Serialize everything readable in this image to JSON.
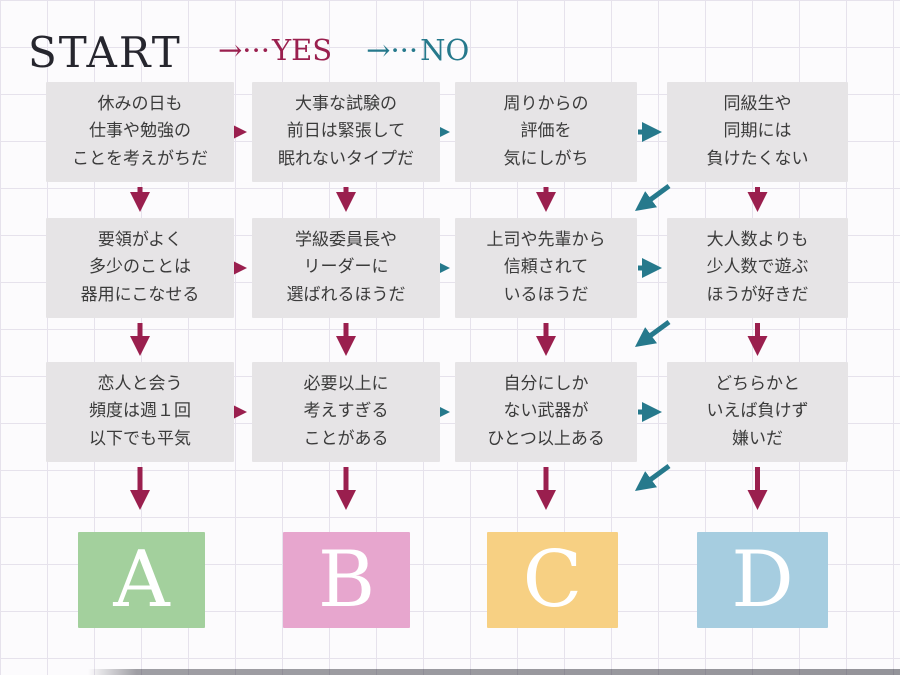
{
  "title": {
    "start": "START"
  },
  "legend": {
    "arrow_symbol": "→···",
    "yes_label": "YES",
    "no_label": "NO"
  },
  "colors": {
    "yes": "#9a1f4e",
    "no": "#26798c",
    "question_bg": "#e6e4e6",
    "question_text": "#3b3b3b"
  },
  "questions": [
    {
      "id": "q1",
      "lines": [
        "休みの日も",
        "仕事や勉強の",
        "ことを考えがちだ"
      ]
    },
    {
      "id": "q2",
      "lines": [
        "大事な試験の",
        "前日は緊張して",
        "眠れないタイプだ"
      ]
    },
    {
      "id": "q3",
      "lines": [
        "周りからの",
        "評価を",
        "気にしがち"
      ]
    },
    {
      "id": "q4",
      "lines": [
        "同級生や",
        "同期には",
        "負けたくない"
      ]
    },
    {
      "id": "q5",
      "lines": [
        "要領がよく",
        "多少のことは",
        "器用にこなせる"
      ]
    },
    {
      "id": "q6",
      "lines": [
        "学級委員長や",
        "リーダーに",
        "選ばれるほうだ"
      ]
    },
    {
      "id": "q7",
      "lines": [
        "上司や先輩から",
        "信頼されて",
        "いるほうだ"
      ]
    },
    {
      "id": "q8",
      "lines": [
        "大人数よりも",
        "少人数で遊ぶ",
        "ほうが好きだ"
      ]
    },
    {
      "id": "q9",
      "lines": [
        "恋人と会う",
        "頻度は週１回",
        "以下でも平気"
      ]
    },
    {
      "id": "q10",
      "lines": [
        "必要以上に",
        "考えすぎる",
        "ことがある"
      ]
    },
    {
      "id": "q11",
      "lines": [
        "自分にしか",
        "ない武器が",
        "ひとつ以上ある"
      ]
    },
    {
      "id": "q12",
      "lines": [
        "どちらかと",
        "いえば負けず",
        "嫌いだ"
      ]
    }
  ],
  "results": [
    {
      "label": "A",
      "color": "#a3d09d"
    },
    {
      "label": "B",
      "color": "#e7a6ce"
    },
    {
      "label": "C",
      "color": "#f7d083"
    },
    {
      "label": "D",
      "color": "#a6cde0"
    }
  ],
  "arrows": [
    {
      "kind": "h",
      "row": 0,
      "gap": 0,
      "type": "yes"
    },
    {
      "kind": "h",
      "row": 0,
      "gap": 1,
      "type": "no"
    },
    {
      "kind": "h",
      "row": 0,
      "gap": 2,
      "type": "no"
    },
    {
      "kind": "h",
      "row": 1,
      "gap": 0,
      "type": "yes"
    },
    {
      "kind": "h",
      "row": 1,
      "gap": 1,
      "type": "no"
    },
    {
      "kind": "h",
      "row": 1,
      "gap": 2,
      "type": "no"
    },
    {
      "kind": "h",
      "row": 2,
      "gap": 0,
      "type": "yes"
    },
    {
      "kind": "h",
      "row": 2,
      "gap": 1,
      "type": "no"
    },
    {
      "kind": "h",
      "row": 2,
      "gap": 2,
      "type": "no"
    },
    {
      "kind": "v",
      "row": 0,
      "col": 0,
      "type": "yes"
    },
    {
      "kind": "v",
      "row": 0,
      "col": 1,
      "type": "yes"
    },
    {
      "kind": "v",
      "row": 0,
      "col": 2,
      "type": "yes"
    },
    {
      "kind": "v",
      "row": 0,
      "col": 3,
      "type": "yes"
    },
    {
      "kind": "v",
      "row": 1,
      "col": 0,
      "type": "yes"
    },
    {
      "kind": "v",
      "row": 1,
      "col": 1,
      "type": "yes"
    },
    {
      "kind": "v",
      "row": 1,
      "col": 2,
      "type": "yes"
    },
    {
      "kind": "v",
      "row": 1,
      "col": 3,
      "type": "yes"
    },
    {
      "kind": "v",
      "row": 2,
      "col": 0,
      "type": "yes"
    },
    {
      "kind": "v",
      "row": 2,
      "col": 1,
      "type": "yes"
    },
    {
      "kind": "v",
      "row": 2,
      "col": 2,
      "type": "yes"
    },
    {
      "kind": "v",
      "row": 2,
      "col": 3,
      "type": "yes"
    },
    {
      "kind": "d",
      "row": 0,
      "type": "no"
    },
    {
      "kind": "d",
      "row": 1,
      "type": "no"
    },
    {
      "kind": "d",
      "row": 2,
      "type": "no"
    }
  ]
}
